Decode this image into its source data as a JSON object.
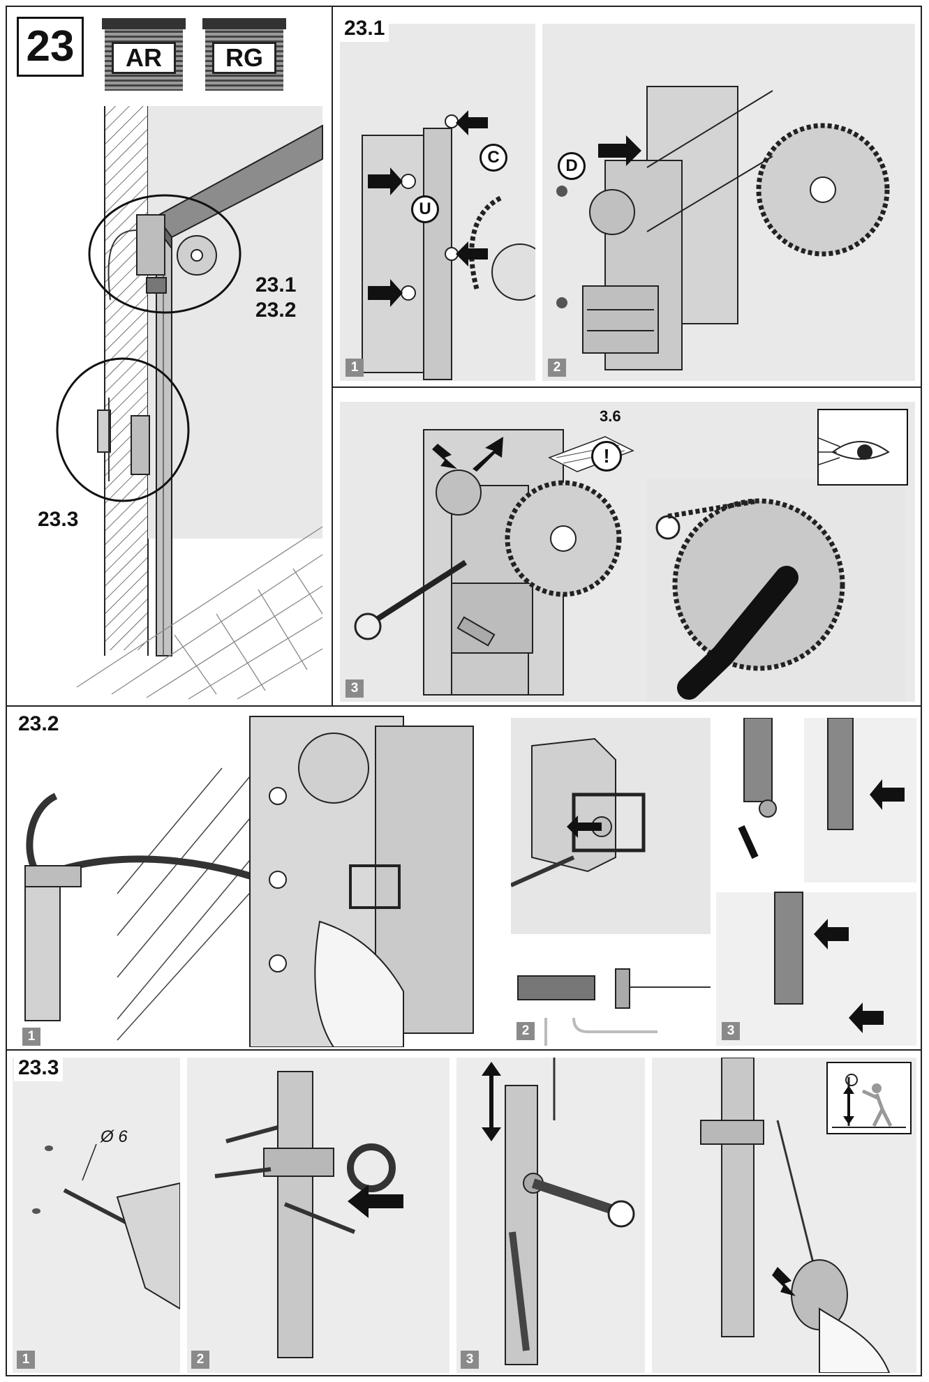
{
  "main_step": {
    "number": "23",
    "door_types": [
      "AR",
      "RG"
    ],
    "callouts": [
      "23.1",
      "23.2",
      "23.3"
    ]
  },
  "sections": {
    "s231": {
      "label": "23.1",
      "steps": [
        "1",
        "2",
        "3"
      ],
      "part_labels": [
        "C",
        "U",
        "D"
      ],
      "doc_ref": "3.6"
    },
    "s232": {
      "label": "23.2",
      "steps": [
        "1",
        "2",
        "3"
      ]
    },
    "s233": {
      "label": "23.3",
      "steps": [
        "1",
        "2",
        "3"
      ],
      "drill_diameter": "Ø 6"
    }
  },
  "icons": [
    "garage-door-icon",
    "warning-icon",
    "eye-icon",
    "checkmark-icon",
    "arrow-icon",
    "person-pulling-icon"
  ]
}
